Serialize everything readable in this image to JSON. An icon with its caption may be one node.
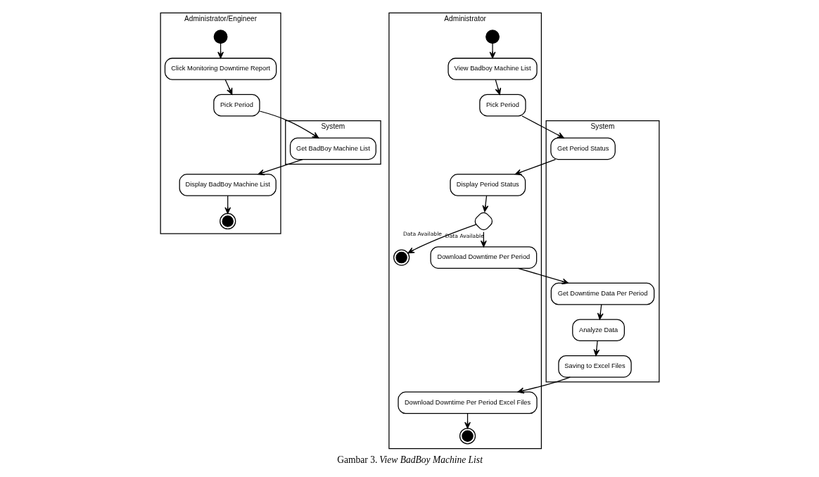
{
  "diagram": {
    "caption": "Gambar 3. *View BadBoy Machine List*",
    "nodes": [
      {
        "text": [
          "Administrator/Engineer"
        ]
      },
      {
        "text": [],
        "shape": "dot",
        "in": 0
      },
      {
        "text": [
          "Click Monitoring Downtime Report"
        ],
        "in": 0
      },
      {
        "text": [
          "Pick Period"
        ],
        "in": 0
      },
      {
        "text": [
          "Display BadBoy Machine List"
        ],
        "in": 0
      },
      {
        "text": [],
        "shape": "bullseye",
        "in": 0
      },
      {
        "text": [
          "System"
        ]
      },
      {
        "text": [
          "Get BadBoy Machine List"
        ],
        "in": 6
      },
      {
        "text": [
          "Administrator"
        ]
      },
      {
        "text": [],
        "shape": "dot",
        "in": 8
      },
      {
        "text": [
          "View Badboy Machine List"
        ],
        "in": 8
      },
      {
        "text": [
          "Pick Period"
        ],
        "in": 8
      },
      {
        "text": [
          "Display Period Status"
        ],
        "in": 8
      },
      {
        "text": [],
        "shape": "diamond",
        "in": 8
      },
      {
        "text": [],
        "shape": "bullseye",
        "in": 8
      },
      {
        "text": [
          "Download Downtime Per Period"
        ],
        "in": 8
      },
      {
        "text": [
          "Download Downtime Per Period Excel Files"
        ],
        "in": 8
      },
      {
        "text": [],
        "shape": "bullseye",
        "in": 8
      },
      {
        "text": [
          "System"
        ]
      },
      {
        "text": [
          "Get Period Status"
        ],
        "in": 18
      },
      {
        "text": [
          "Get Downtime Data Per Period"
        ],
        "in": 18
      },
      {
        "text": [
          "Analyze Data"
        ],
        "in": 18
      },
      {
        "text": [
          "Saving to Excel Files"
        ],
        "in": 18
      }
    ],
    "edges": [
      {
        "from": 1,
        "to": 2,
        "arrow": "to"
      },
      {
        "from": 2,
        "to": 3,
        "arrow": "to"
      },
      {
        "from": 3,
        "to": 7,
        "arrow": "to"
      },
      {
        "from": 7,
        "to": 4,
        "arrow": "to"
      },
      {
        "from": 4,
        "to": 5,
        "arrow": "to"
      },
      {
        "from": 9,
        "to": 10,
        "arrow": "to"
      },
      {
        "from": 10,
        "to": 11,
        "arrow": "to"
      },
      {
        "from": 11,
        "to": 19,
        "arrow": "to"
      },
      {
        "from": 19,
        "to": 12,
        "arrow": "to"
      },
      {
        "from": 12,
        "to": 13,
        "arrow": "to"
      },
      {
        "from": 13,
        "to": 14,
        "arrow": "to",
        "label": "Data Available"
      },
      {
        "from": 13,
        "to": 15,
        "arrow": "to",
        "label": "Data Available"
      },
      {
        "from": 15,
        "to": 20,
        "arrow": "to"
      },
      {
        "from": 20,
        "to": 21,
        "arrow": "to"
      },
      {
        "from": 21,
        "to": 22,
        "arrow": "to"
      },
      {
        "from": 22,
        "to": 16,
        "arrow": "to"
      },
      {
        "from": 16,
        "to": 17,
        "arrow": "to"
      }
    ]
  }
}
